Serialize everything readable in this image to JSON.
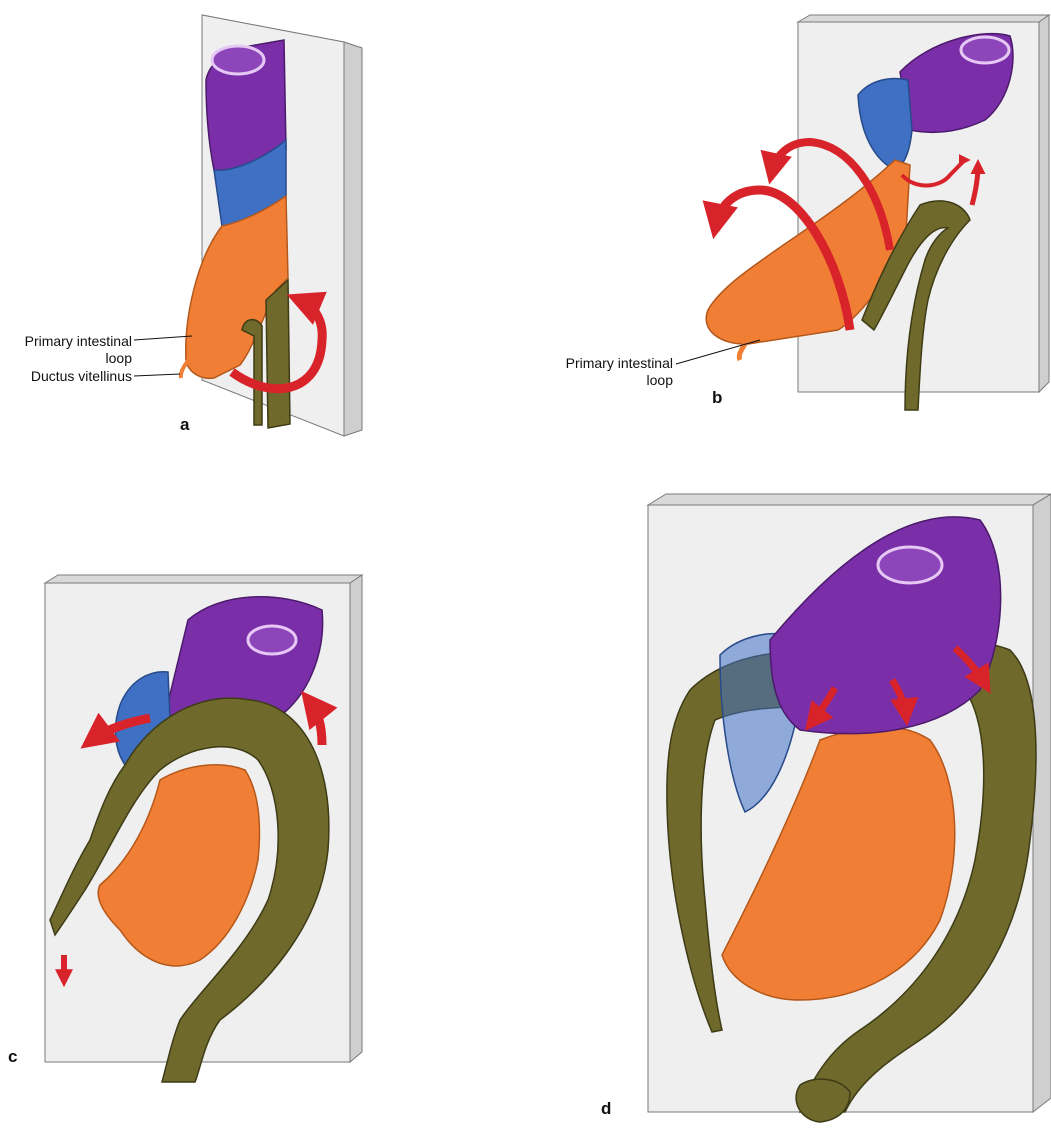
{
  "colors": {
    "stomach": "#7a2fa8",
    "duodenum": "#3f70c4",
    "midgut_loop": "#f07f35",
    "colon": "#6f6a2c",
    "arrow": "#d9232a",
    "plate": "#efefef"
  },
  "panels": [
    {
      "key": "a",
      "panel_label": "a",
      "annotations": [
        {
          "text_lines": [
            "Primary intestinal",
            "loop"
          ]
        },
        {
          "text_lines": [
            "Ductus vitellinus"
          ]
        }
      ]
    },
    {
      "key": "b",
      "panel_label": "b",
      "annotations": [
        {
          "text_lines": [
            "Primary intestinal",
            "loop"
          ]
        }
      ]
    },
    {
      "key": "c",
      "panel_label": "c",
      "annotations": []
    },
    {
      "key": "d",
      "panel_label": "d",
      "annotations": []
    }
  ]
}
